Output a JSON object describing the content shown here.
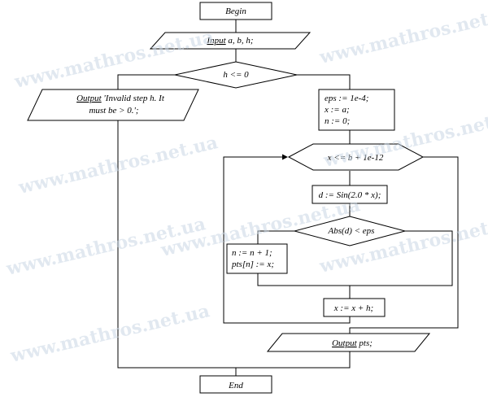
{
  "flowchart": {
    "begin": "Begin",
    "input": {
      "keyword": "Input",
      "args": " a, b, h;"
    },
    "condition_h": "h <= 0",
    "output_invalid": {
      "keyword": "Output",
      "line1": " 'Invalid step h. It",
      "line2": "must be > 0.';"
    },
    "init": {
      "line1": "eps := 1e-4;",
      "line2": "x := a;",
      "line3": "n := 0;"
    },
    "loop_condition": "x <= b + 1e-12",
    "compute_d": "d := Sin(2.0 * x);",
    "condition_abs": "Abs(d) < eps",
    "store": {
      "line1": "n := n + 1;",
      "line2": "pts[n] := x;"
    },
    "increment": "x := x + h;",
    "output_pts": {
      "keyword": "Output",
      "args": " pts;"
    },
    "end": "End"
  },
  "watermark": {
    "text": "www.mathros.net.ua"
  },
  "colors": {
    "line": "#000000",
    "background": "#ffffff",
    "watermark": "#c9d7e4"
  }
}
